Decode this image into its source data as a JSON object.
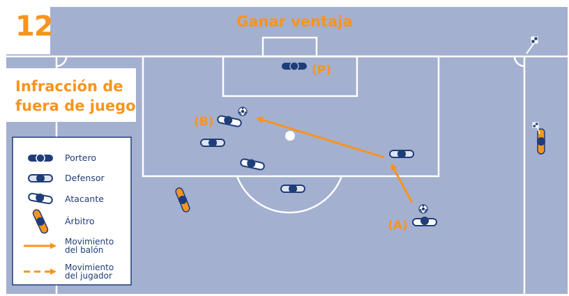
{
  "figure": {
    "number": "12",
    "title": "Ganar ventaja",
    "topic_line1": "Infracción de",
    "topic_line2": "fuera de juego"
  },
  "labels": {
    "a": "(A)",
    "b": "(B)",
    "p": "(P)"
  },
  "legend": {
    "goalkeeper": "Portero",
    "defender": "Defensor",
    "attacker": "Atacante",
    "referee": "Árbitro",
    "ball_movement_line1": "Movimiento",
    "ball_movement_line2": "del balón",
    "player_movement_line1": "Movimiento",
    "player_movement_line2": "del jugador"
  },
  "colors": {
    "pitch": "#a4b0d0",
    "lines": "#ffffff",
    "accent": "#f7941d",
    "navy": "#1f3d78",
    "player_fill": "#dde3f0"
  },
  "icons": [
    "goalkeeper-icon",
    "defender-icon",
    "attacker-icon",
    "referee-icon",
    "ball-icon",
    "corner-flag-icon"
  ]
}
